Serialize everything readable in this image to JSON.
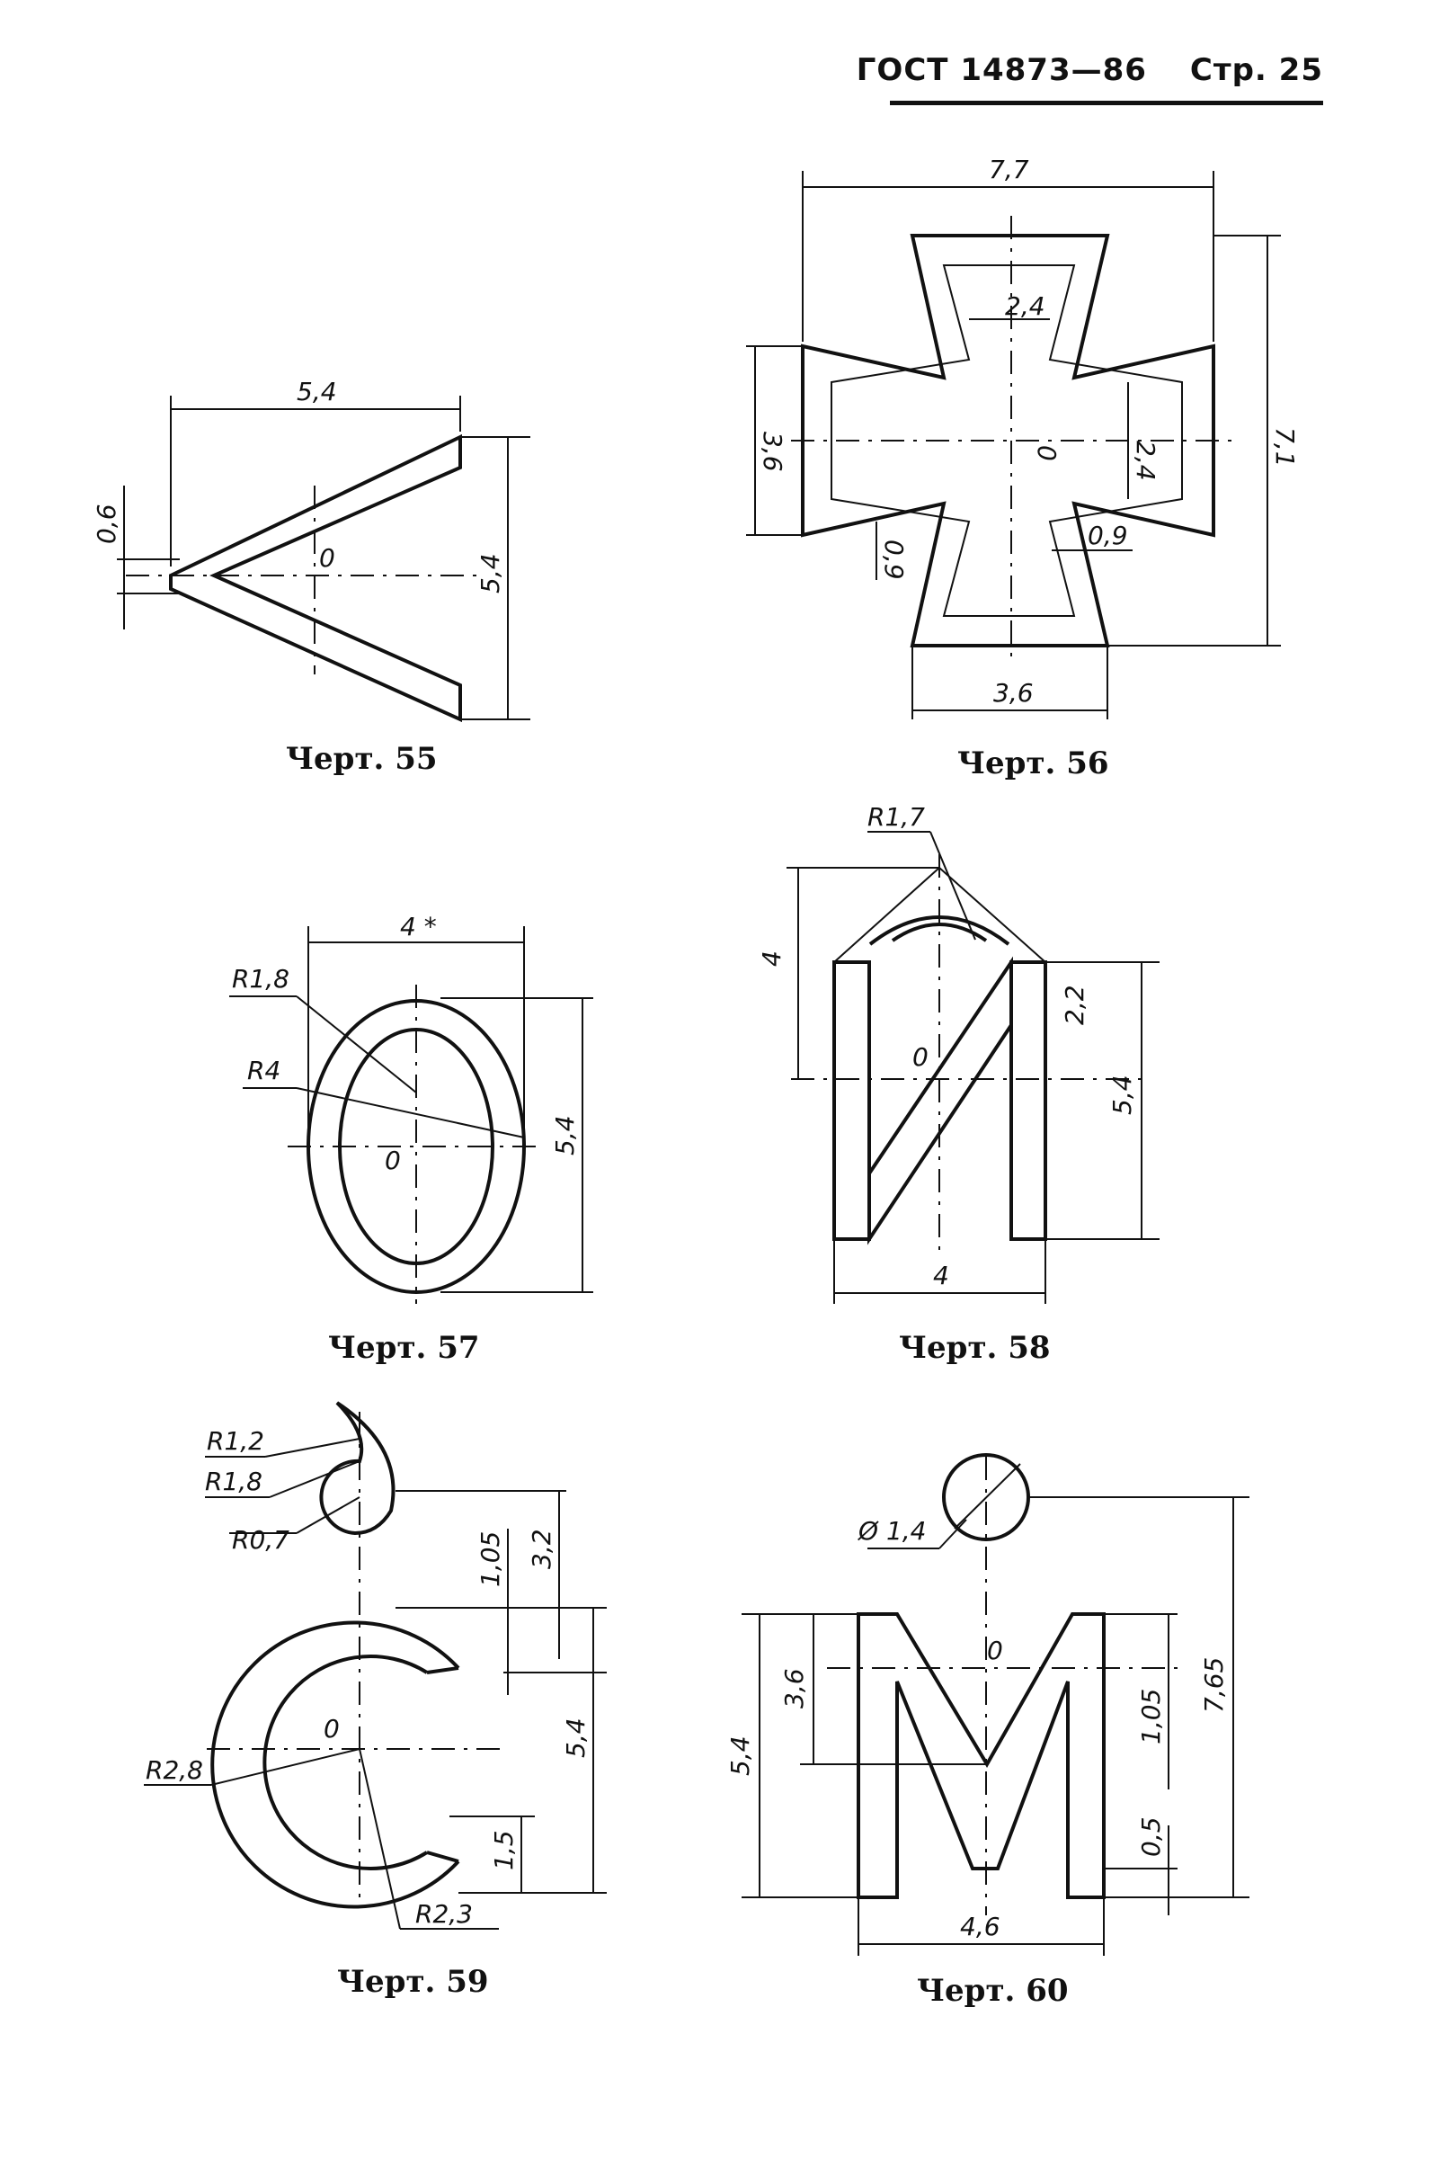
{
  "header": {
    "standard": "ГОСТ 14873—86",
    "page": "Стр. 25"
  },
  "figures": [
    {
      "caption": "Черт. 55",
      "dims": [
        "5,4",
        "0,6",
        "0",
        "5,4"
      ]
    },
    {
      "caption": "Черт. 56",
      "dims": [
        "7,7",
        "2,4",
        "3,6",
        "0",
        "2,4",
        "7,1",
        "0,9",
        "0,9",
        "3,6"
      ]
    },
    {
      "caption": "Черт. 57",
      "dims": [
        "4 *",
        "R1,8",
        "R4",
        "0",
        "5,4"
      ]
    },
    {
      "caption": "Черт. 58",
      "dims": [
        "R1,7",
        "4",
        "0",
        "2,2",
        "5,4",
        "4"
      ]
    },
    {
      "caption": "Черт. 59",
      "dims": [
        "R1,2",
        "R1,8",
        "R0,7",
        "1,05",
        "3,2",
        "0",
        "5,4",
        "R2,8",
        "1,5",
        "R2,3"
      ]
    },
    {
      "caption": "Черт. 60",
      "dims": [
        "Ø 1,4",
        "0",
        "5,4",
        "3,6",
        "1,05",
        "7,65",
        "0,5",
        "4,6"
      ]
    }
  ]
}
